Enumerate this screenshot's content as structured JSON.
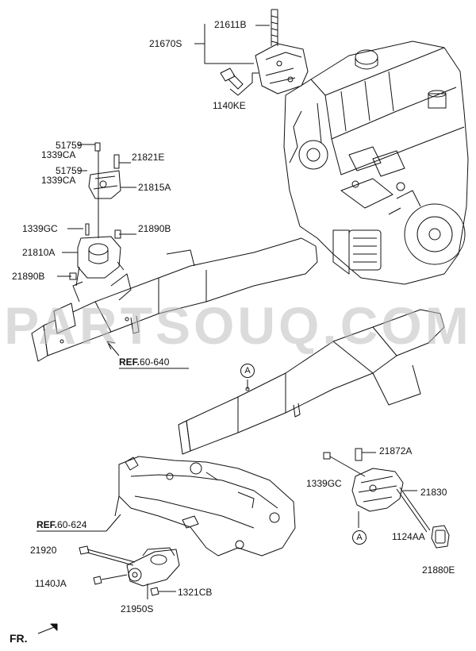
{
  "labels": {
    "p21611B": "21611B",
    "p21670S": "21670S",
    "p1140KE": "1140KE",
    "p51759a": "51759",
    "p1339CAa": "1339CA",
    "p21821E": "21821E",
    "p51759b": "51759",
    "p1339CAb": "1339CA",
    "p21815A": "21815A",
    "p1339GCa": "1339GC",
    "p21890Ba": "21890B",
    "p21810A": "21810A",
    "p21890Bb": "21890B",
    "p21872A": "21872A",
    "p1339GCb": "1339GC",
    "p21830": "21830",
    "p1124AA": "1124AA",
    "p21880E": "21880E",
    "p21920": "21920",
    "p1140JA": "1140JA",
    "p1321CB": "1321CB",
    "p21950S": "21950S"
  },
  "refs": {
    "ref1_prefix": "REF.",
    "ref1_num": "60-640",
    "ref2_prefix": "REF.",
    "ref2_num": "60-624"
  },
  "markers": {
    "a1": "A",
    "a2": "A"
  },
  "watermark": "PARTSOUQ.COM",
  "direction_label": "FR."
}
